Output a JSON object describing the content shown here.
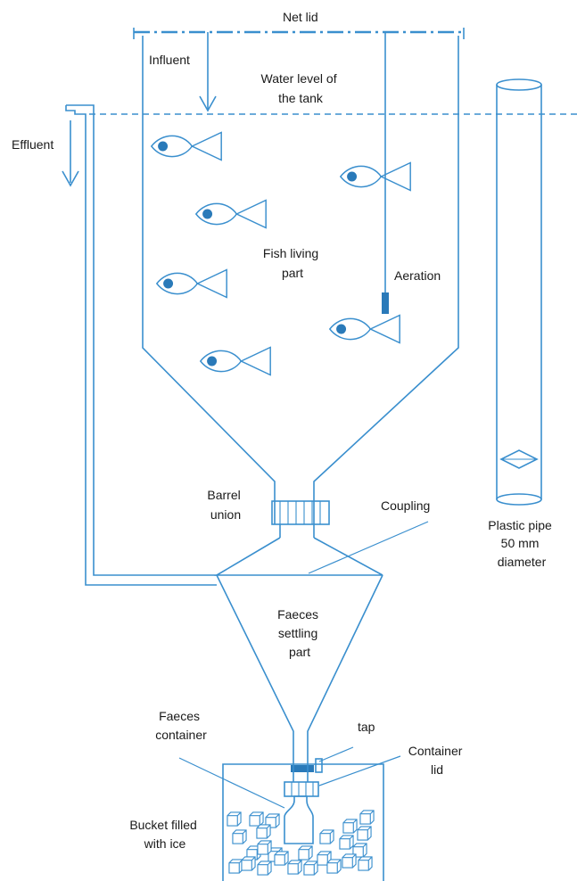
{
  "labels": {
    "net_lid": "Net lid",
    "influent": "Influent",
    "water_level_1": "Water level of",
    "water_level_2": "the tank",
    "effluent": "Effluent",
    "fish_part_1": "Fish living",
    "fish_part_2": "part",
    "aeration": "Aeration",
    "barrel_1": "Barrel",
    "barrel_2": "union",
    "coupling": "Coupling",
    "pipe_1": "Plastic pipe",
    "pipe_2": "50 mm",
    "pipe_3": "diameter",
    "faeces_settling_1": "Faeces",
    "faeces_settling_2": "settling",
    "faeces_settling_3": "part",
    "faeces_container_1": "Faeces",
    "faeces_container_2": "container",
    "tap": "tap",
    "container_lid_1": "Container",
    "container_lid_2": "lid",
    "bucket_1": "Bucket filled",
    "bucket_2": "with ice"
  },
  "colors": {
    "line": "#3a8fce",
    "fill": "#2a7ab9",
    "text": "#1a1a1a"
  }
}
